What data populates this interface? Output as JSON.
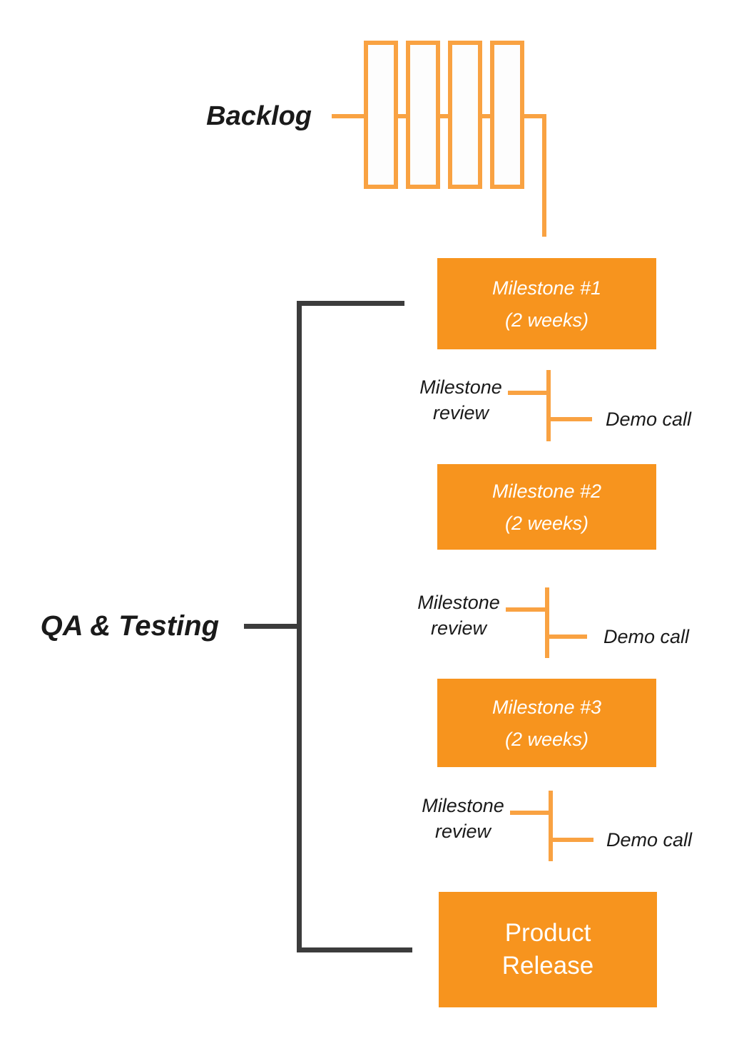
{
  "diagram": {
    "backlog": {
      "label": "Backlog",
      "card_count": 4
    },
    "qa": {
      "label": "QA & Testing"
    },
    "milestones": [
      {
        "title": "Milestone #1",
        "duration": "(2 weeks)"
      },
      {
        "title": "Milestone #2",
        "duration": "(2 weeks)"
      },
      {
        "title": "Milestone #3",
        "duration": "(2 weeks)"
      }
    ],
    "reviews": [
      {
        "label_line1": "Milestone",
        "label_line2": "review",
        "demo_label": "Demo call"
      },
      {
        "label_line1": "Milestone",
        "label_line2": "review",
        "demo_label": "Demo call"
      },
      {
        "label_line1": "Milestone",
        "label_line2": "review",
        "demo_label": "Demo call"
      }
    ],
    "release": {
      "line1": "Product",
      "line2": "Release"
    }
  },
  "colors": {
    "box_orange": "#F7941E",
    "line_orange": "#F9A242",
    "dark_line": "#3C3C3C",
    "text_dark": "#1A1A1A",
    "box_text": "#FFFFFF",
    "card_fill": "#FDFDFD"
  }
}
